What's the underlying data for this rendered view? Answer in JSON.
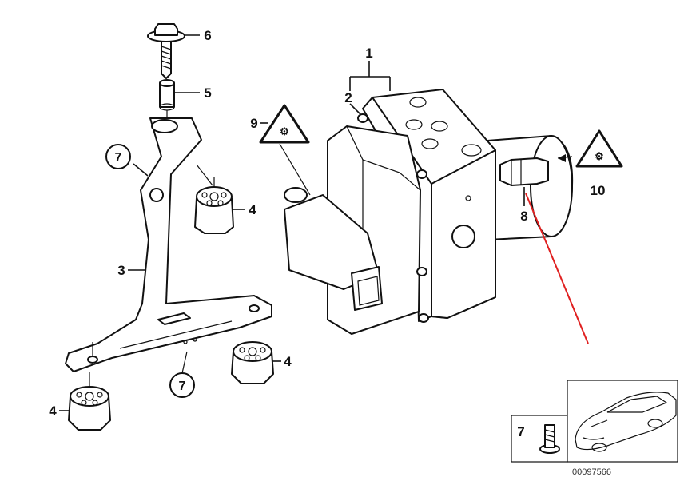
{
  "diagram": {
    "callouts": {
      "c1": "1",
      "c2": "2",
      "c3": "3",
      "c4a": "4",
      "c4b": "4",
      "c4c": "4",
      "c5": "5",
      "c6": "6",
      "c7a": "7",
      "c7b": "7",
      "c7c": "7",
      "c8": "8",
      "c9": "9",
      "c10": "10"
    },
    "reference_number": "00097566",
    "colors": {
      "line": "#111111",
      "pointer_arrow": "#e02020",
      "background": "#ffffff"
    }
  }
}
